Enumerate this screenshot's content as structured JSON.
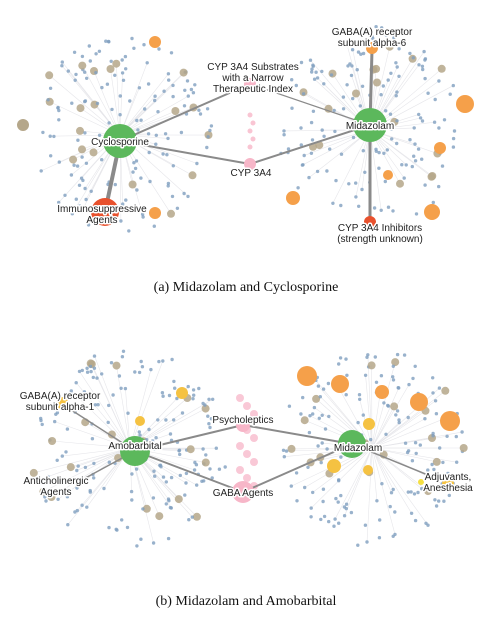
{
  "panels": [
    {
      "caption": "(a) Midazolam and Cyclosporine",
      "drugs": [
        {
          "label": "Cyclosporine",
          "color": "#5cb85c"
        },
        {
          "label": "Midazolam",
          "color": "#5cb85c"
        }
      ],
      "shared": [
        {
          "label": "CYP 3A4 Substrates\nwith a Narrow\nTherapeutic Index",
          "color": "#f7b6c8"
        },
        {
          "label": "CYP 3A4",
          "color": "#f7b6c8"
        }
      ],
      "neighbors": [
        {
          "label": "GABA(A) receptor\nsubunit alpha-6",
          "color": "#f5a04a"
        },
        {
          "label": "Immunosuppressive\nAgents",
          "color": "#e8512d"
        },
        {
          "label": "CYP 3A4 Inhibitors\n(strength unknown)",
          "color": "#e8512d"
        }
      ]
    },
    {
      "caption": "(b) Midazolam and Amobarbital",
      "drugs": [
        {
          "label": "Amobarbital",
          "color": "#5cb85c"
        },
        {
          "label": "Midazolam",
          "color": "#5cb85c"
        }
      ],
      "shared": [
        {
          "label": "Psycholeptics",
          "color": "#f7b6c8"
        },
        {
          "label": "GABA Agents",
          "color": "#f7b6c8"
        }
      ],
      "neighbors": [
        {
          "label": "GABA(A) receptor\nsubunit alpha-1",
          "color": "#f5c242"
        },
        {
          "label": "Anticholinergic\nAgents",
          "color": "#f5c242"
        },
        {
          "label": "Adjuvants,\nAnesthesia",
          "color": "#f5c242"
        }
      ]
    }
  ],
  "colors": {
    "edge": "#8a8a8a",
    "small_node": "#7f9fbf",
    "mid_node": "#b5a78a",
    "orange_node": "#f5a04a",
    "red_node": "#e8512d",
    "yellow_node": "#f5c242",
    "pink_node": "#f7b6c8"
  }
}
